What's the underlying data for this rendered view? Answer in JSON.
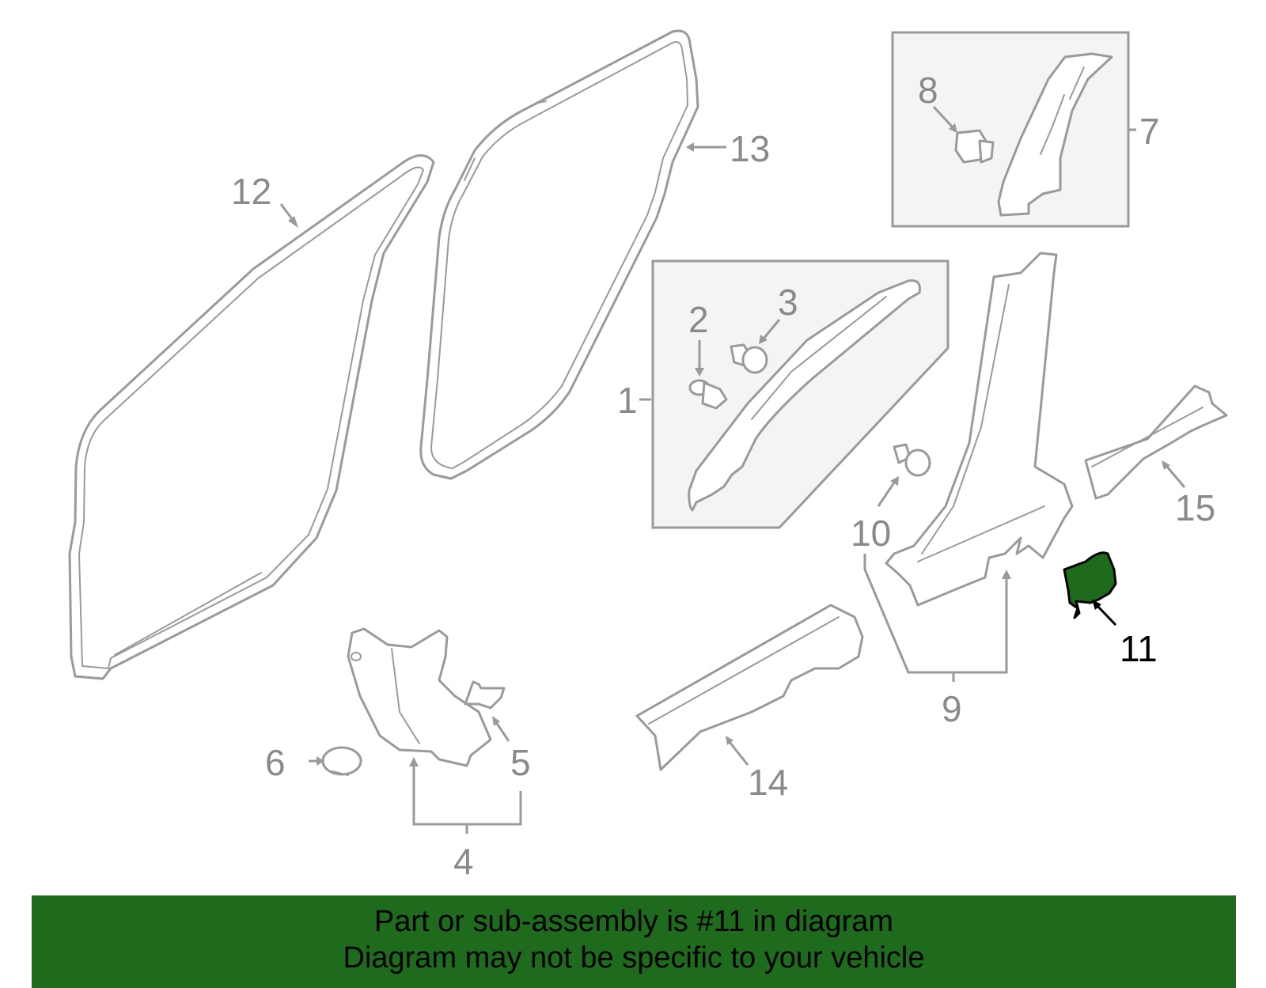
{
  "colors": {
    "highlight": "#1e6b1e",
    "line": "#9a9a9a",
    "banner": "#1e6b1e"
  },
  "callouts": {
    "c1": "1",
    "c2": "2",
    "c3": "3",
    "c4": "4",
    "c5": "5",
    "c6": "6",
    "c7": "7",
    "c8": "8",
    "c9": "9",
    "c10": "10",
    "c11": "11",
    "c12": "12",
    "c13": "13",
    "c14": "14",
    "c15": "15"
  },
  "highlighted_part": "11",
  "banner": {
    "line1": "Part or sub-assembly is #11 in diagram",
    "line2": "Diagram may not be specific to your vehicle"
  }
}
